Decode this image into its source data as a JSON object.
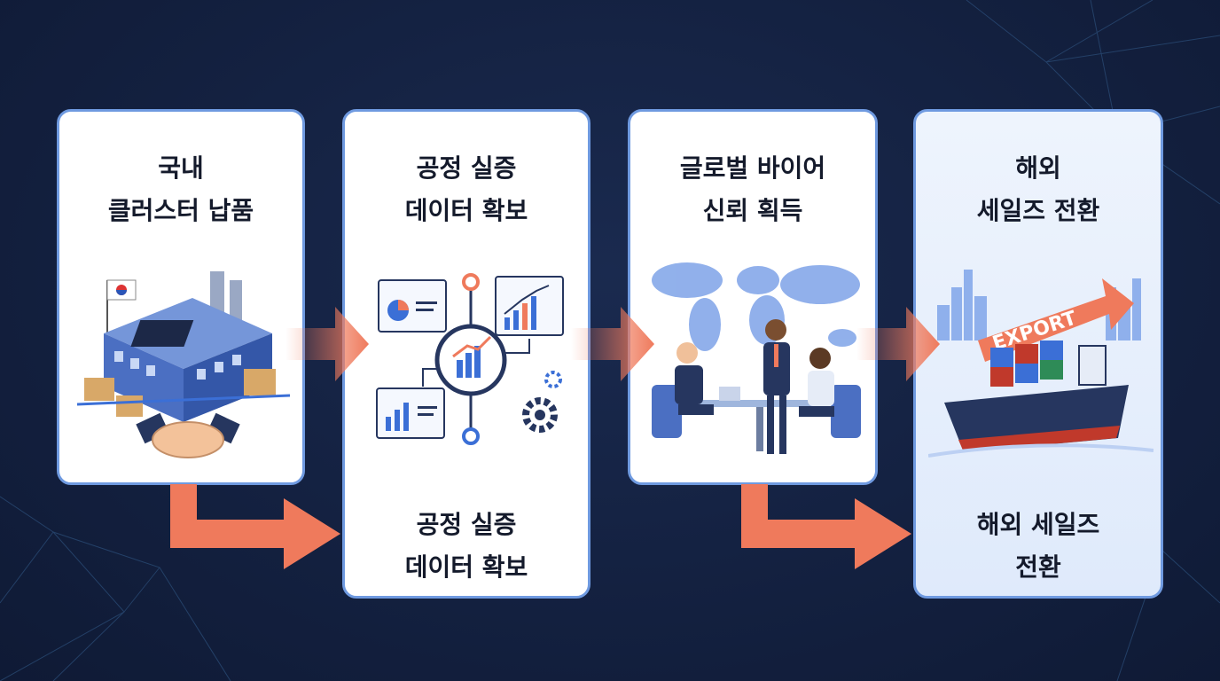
{
  "steps": [
    {
      "title_lines": [
        "국내",
        "클러스터 납품"
      ]
    },
    {
      "title_lines": [
        "공정 실증",
        "데이터 확보"
      ],
      "bottom_lines": [
        "공정 실증",
        "데이터 확보"
      ]
    },
    {
      "title_lines": [
        "글로벌 바이어",
        "신뢰 획득"
      ]
    },
    {
      "title_lines": [
        "해외",
        "세일즈 전환"
      ],
      "bottom_lines": [
        "해외 세일즈",
        "전환"
      ]
    }
  ],
  "export_label": "EXPORT",
  "colors": {
    "background": "#13203f",
    "card_border": "#6f9ae0",
    "arrow": "#ef7a5c",
    "accent_blue": "#3b6fd6",
    "dark_navy": "#26365f"
  }
}
